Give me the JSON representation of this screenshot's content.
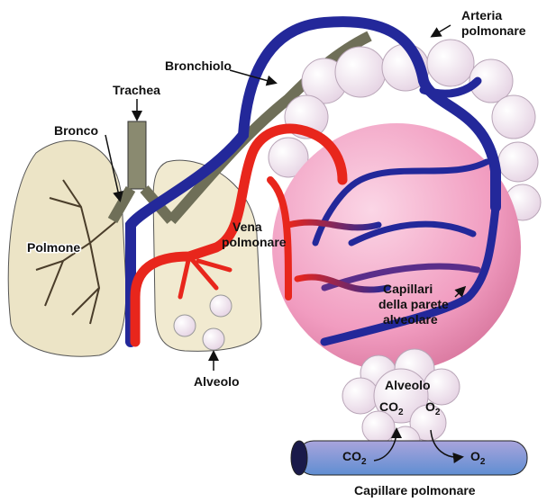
{
  "labels": {
    "arteria": [
      "Arteria",
      "polmonare"
    ],
    "bronchiolo": "Bronchiolo",
    "trachea": "Trachea",
    "bronco": "Bronco",
    "polmone": "Polmone",
    "vena": [
      "Vena",
      "polmonare"
    ],
    "capillari": [
      "Capillari",
      "della parete",
      "alveolare"
    ],
    "alveolo_left": "Alveolo",
    "alveolo_right": "Alveolo",
    "capillare": "Capillare polmonare"
  },
  "gases": {
    "co2_alveolo": {
      "base": "CO",
      "sub": "2"
    },
    "o2_alveolo": {
      "base": "O",
      "sub": "2"
    },
    "co2_capillare": {
      "base": "CO",
      "sub": "2"
    },
    "o2_capillare": {
      "base": "O",
      "sub": "2"
    }
  },
  "colors": {
    "vein_red": "#e8261c",
    "artery_blue": "#23289a",
    "alveolus_pink": "#f2a8c8",
    "lung_beige": "#f1ead0",
    "capillary_blue": "#7f9ed8"
  }
}
